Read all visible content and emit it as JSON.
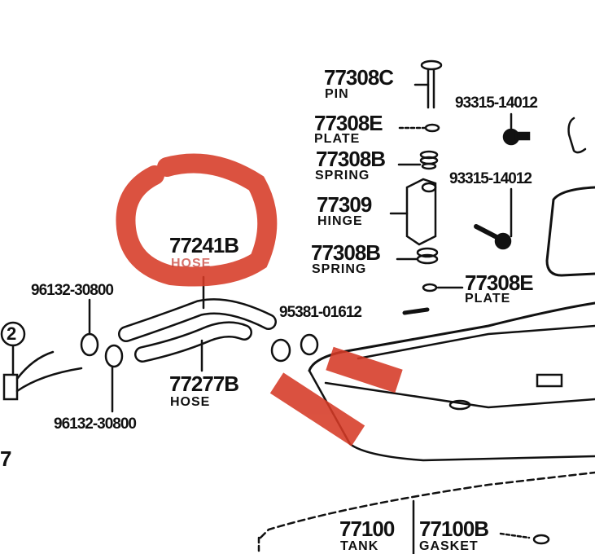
{
  "annotation_color": "#d63a26",
  "parts": {
    "pin": {
      "number": "77308C",
      "name": "PIN"
    },
    "plate_top": {
      "number": "77308E",
      "name": "PLATE"
    },
    "spring_top": {
      "number": "77308B",
      "name": "SPRING"
    },
    "hinge": {
      "number": "77309",
      "name": "HINGE"
    },
    "spring_bottom": {
      "number": "77308B",
      "name": "SPRING"
    },
    "plate_bottom": {
      "number": "77308E",
      "name": "PLATE"
    },
    "screw_top": {
      "number": "93315-14012"
    },
    "screw_mid": {
      "number": "93315-14012"
    },
    "hose_upper": {
      "number": "77241B",
      "name": "HOSE"
    },
    "clamp_upper": {
      "number": "96132-30800"
    },
    "clip": {
      "number": "95381-01612"
    },
    "hose_lower": {
      "number": "77277B",
      "name": "HOSE"
    },
    "clamp_lower": {
      "number": "96132-30800"
    },
    "callout": {
      "number": "2"
    },
    "edge_number": {
      "number": "7"
    },
    "tank": {
      "number": "77100",
      "name": "TANK"
    },
    "gasket": {
      "number": "77100B",
      "name": "GASKET"
    }
  }
}
